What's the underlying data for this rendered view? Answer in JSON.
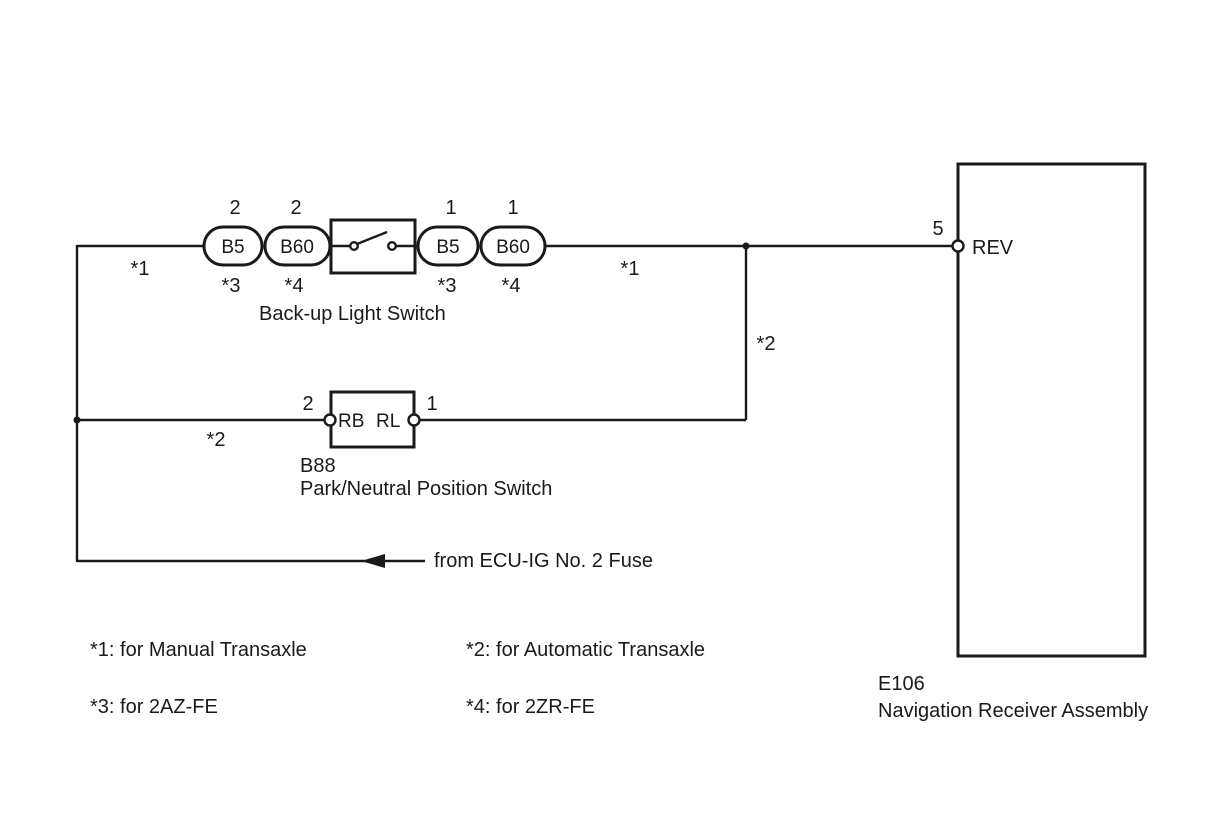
{
  "backup_switch": {
    "label": "Back-up Light Switch",
    "left": {
      "pin_b5": "2",
      "pin_b60": "2",
      "conn_b5": "B5",
      "conn_b60": "B60",
      "note_b5": "*3",
      "note_b60": "*4"
    },
    "right": {
      "pin_b5": "1",
      "pin_b60": "1",
      "conn_b5": "B5",
      "conn_b60": "B60",
      "note_b5": "*3",
      "note_b60": "*4"
    }
  },
  "pn_switch": {
    "code": "B88",
    "label": "Park/Neutral Position Switch",
    "pin_left": "2",
    "pin_right": "1",
    "term_left": "RB",
    "term_right": "RL"
  },
  "receiver": {
    "code": "E106",
    "label": "Navigation Receiver Assembly",
    "pin": "5",
    "terminal": "REV"
  },
  "wire_notes": {
    "top_left": "*1",
    "top_right": "*1",
    "vertical": "*2",
    "middle_left": "*2"
  },
  "source": {
    "label": "from ECU-IG No. 2 Fuse"
  },
  "legend": {
    "n1": "*1: for Manual Transaxle",
    "n2": "*2: for Automatic Transaxle",
    "n3": "*3: for 2AZ-FE",
    "n4": "*4: for 2ZR-FE"
  }
}
